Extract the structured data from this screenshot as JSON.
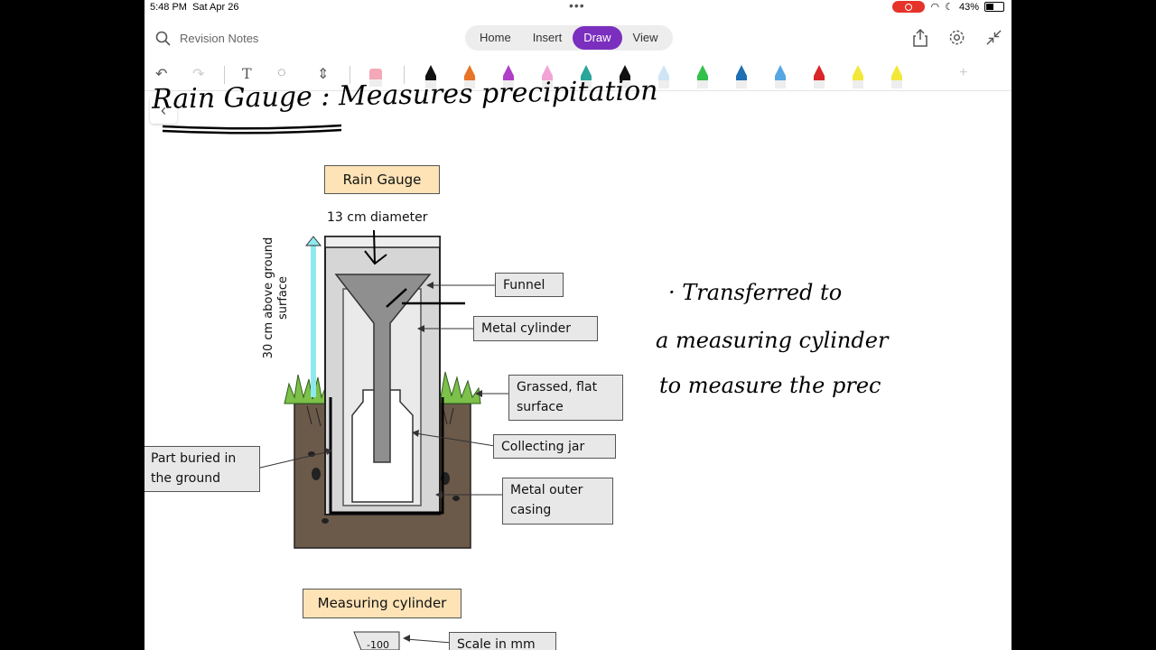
{
  "status": {
    "time": "5:48 PM",
    "date": "Sat Apr 26",
    "battery": "43%"
  },
  "toolbar": {
    "notebook": "Revision Notes",
    "tabs": [
      "Home",
      "Insert",
      "Draw",
      "View"
    ],
    "active_tab": "Draw"
  },
  "heading": {
    "text": "Rain Gauge : Measures precipitation"
  },
  "diagram": {
    "title": "Rain Gauge",
    "diameter": "13 cm diameter",
    "height_label_1": "30 cm above ground",
    "height_label_2": "surface",
    "funnel": "Funnel",
    "metal_cylinder": "Metal cylinder",
    "grassed_1": "Grassed, flat",
    "grassed_2": "surface",
    "collecting_jar": "Collecting jar",
    "outer_1": "Metal outer",
    "outer_2": "casing",
    "buried_1": "Part buried in",
    "buried_2": "the ground",
    "measuring": "Measuring cylinder",
    "scale": "Scale in mm",
    "scale_tick": "-100"
  },
  "notes": {
    "line1": "· Transferred to",
    "line2": "a measuring cylinder",
    "line3": "to measure the prec"
  },
  "colors": {
    "accent": "#7b2fbe",
    "label_title_bg": "#fde3b6",
    "soil": "#6b5a4a",
    "grass": "#7dc04a"
  }
}
